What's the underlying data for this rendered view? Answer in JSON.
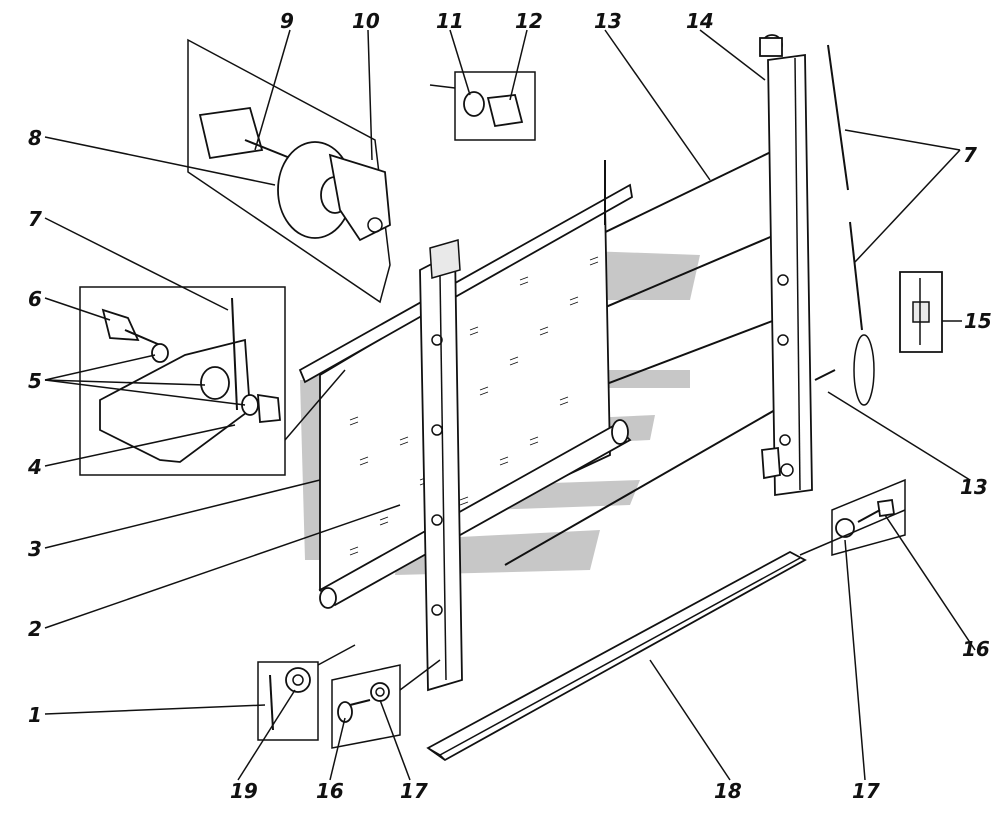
{
  "figure": {
    "labels": [
      "1",
      "2",
      "3",
      "4",
      "5",
      "6",
      "7",
      "8",
      "9",
      "10",
      "11",
      "12",
      "13",
      "14",
      "15",
      "16",
      "17",
      "18",
      "19"
    ],
    "callouts": {
      "p1": "1",
      "p2": "2",
      "p3": "3",
      "p4": "4",
      "p5": "5",
      "p6": "6",
      "p7a": "7",
      "p7b": "7",
      "p8": "8",
      "p9": "9",
      "p10": "10",
      "p11": "11",
      "p12": "12",
      "p13a": "13",
      "p13b": "13",
      "p14": "14",
      "p15": "15",
      "p16a": "16",
      "p16b": "16",
      "p17a": "17",
      "p17b": "17",
      "p18": "18",
      "p19": "19"
    },
    "colors": {
      "ink": "#111111",
      "paper": "#ffffff",
      "watermark": "#b9b9b9"
    },
    "watermark": "logo"
  }
}
